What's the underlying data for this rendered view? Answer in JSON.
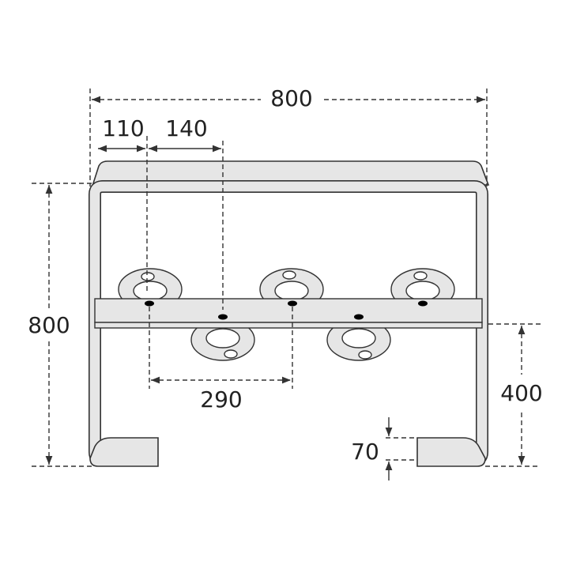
{
  "dimensions": {
    "total_width": "800",
    "total_height": "800",
    "offset_first": "110",
    "offset_second": "140",
    "spacing_holes": "290",
    "shelf_height": "400",
    "foot_height": "70"
  },
  "colors": {
    "panel_fill": "#e6e6e6",
    "stroke": "#333333",
    "hole": "#000000",
    "background": "#ffffff"
  }
}
